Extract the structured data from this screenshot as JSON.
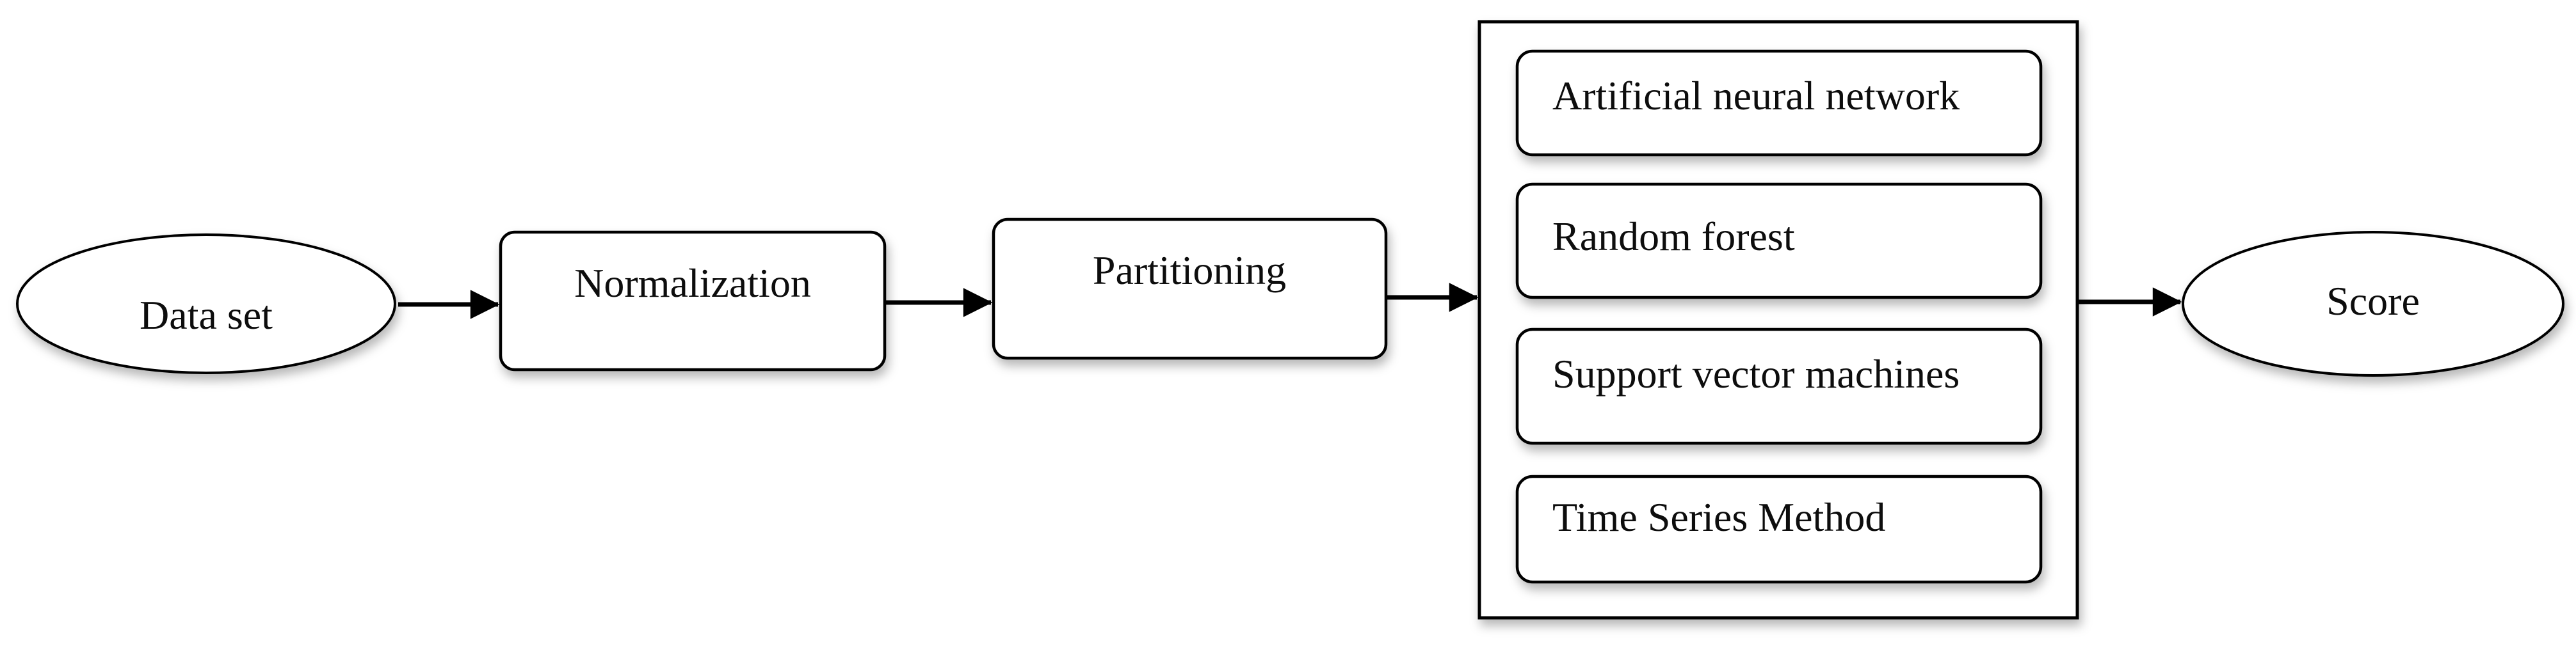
{
  "diagram": {
    "background": "#ffffff",
    "stroke_color": "#000000",
    "shape_fill": "#ffffff",
    "flow": {
      "start": {
        "label": "Data set",
        "shape": "ellipse"
      },
      "step_1": {
        "label": "Normalization",
        "shape": "rounded-rect"
      },
      "step_2": {
        "label": "Partitioning",
        "shape": "rounded-rect"
      },
      "methods_group": {
        "shape": "rect-container",
        "items": [
          {
            "label": "Artificial neural network"
          },
          {
            "label": "Random forest"
          },
          {
            "label": "Support vector machines"
          },
          {
            "label": "Time Series Method"
          }
        ]
      },
      "end": {
        "label": "Score",
        "shape": "ellipse"
      }
    },
    "connectors": [
      {
        "from": "Data set",
        "to": "Normalization"
      },
      {
        "from": "Normalization",
        "to": "Partitioning"
      },
      {
        "from": "Partitioning",
        "to": "methods group"
      },
      {
        "from": "methods group",
        "to": "Score"
      }
    ]
  }
}
